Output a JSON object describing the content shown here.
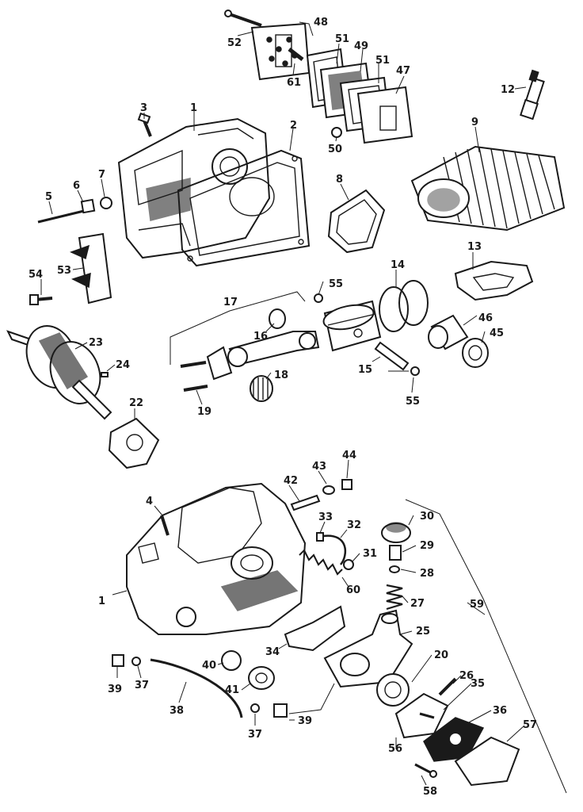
{
  "diagram": {
    "part_numbers": [
      "52",
      "48",
      "51",
      "49",
      "51",
      "47",
      "61",
      "50",
      "12",
      "3",
      "1",
      "2",
      "9",
      "8",
      "6",
      "7",
      "5",
      "13",
      "14",
      "55",
      "53",
      "54",
      "17",
      "16",
      "46",
      "45",
      "23",
      "24",
      "15",
      "18",
      "55",
      "19",
      "22",
      "43",
      "44",
      "42",
      "4",
      "33",
      "32",
      "30",
      "31",
      "29",
      "28",
      "60",
      "1",
      "27",
      "59",
      "25",
      "34",
      "20",
      "40",
      "26",
      "35",
      "39",
      "37",
      "41",
      "38",
      "36",
      "57",
      "37",
      "39",
      "56",
      "58"
    ]
  }
}
